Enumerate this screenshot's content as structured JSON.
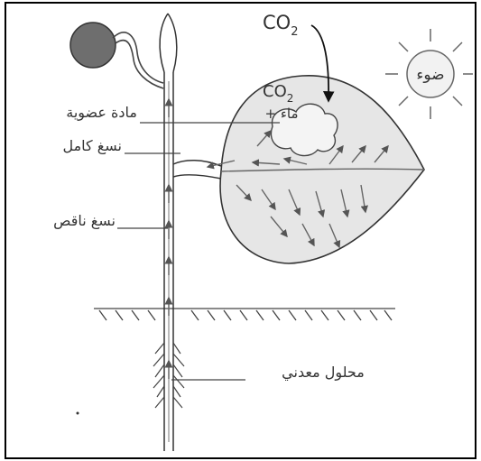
{
  "labels": {
    "co2_top": "CO",
    "co2_top_sub": "2",
    "co2_leaf": "CO",
    "co2_leaf_sub": "2",
    "water_plus": "+ ماء",
    "light": "ضوء",
    "organic_matter": "مادة عضوية",
    "phloem": "نسغ كامل",
    "xylem": "نسغ ناقص",
    "mineral_solution": "محلول معدني"
  },
  "colors": {
    "frame": "#000000",
    "line": "#333333",
    "leaf_fill": "#e6e6e6",
    "fruit_fill": "#6e6e6e",
    "sun_fill": "#f2f2f2",
    "sap_arrow": "#666666"
  }
}
